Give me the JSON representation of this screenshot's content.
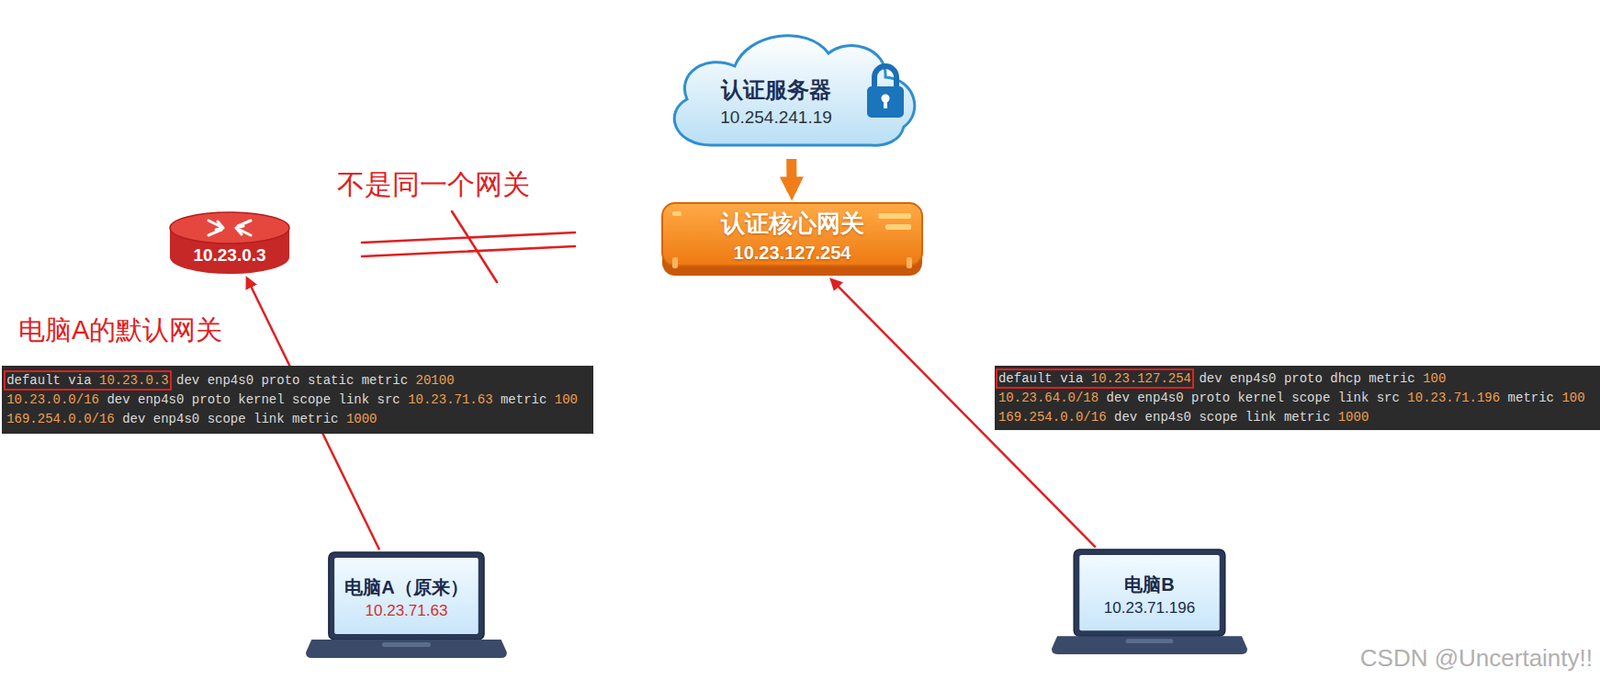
{
  "diagram": {
    "nodes": [
      {
        "text": [
          "认证服务器",
          "10.254.241.19"
        ]
      },
      {
        "text": [
          "认证核心网关",
          "10.23.127.254"
        ]
      },
      {
        "text": [
          "10.23.0.3"
        ]
      },
      {
        "text": [
          "default via 10.23.0.3 dev enp4s0 proto static metric 20100",
          "10.23.0.0/16 dev enp4s0 proto kernel scope link src 10.23.71.63 metric 100",
          "169.254.0.0/16 dev enp4s0 scope link metric 1000"
        ]
      },
      {
        "text": [
          "default via 10.23.127.254 dev enp4s0 proto dhcp metric 100",
          "10.23.64.0/18 dev enp4s0 proto kernel scope link src 10.23.71.196 metric 100",
          "169.254.0.0/16 dev enp4s0 scope link metric 1000"
        ]
      },
      {
        "text": [
          "电脑A（原来）",
          "10.23.71.63"
        ]
      },
      {
        "text": [
          "电脑B",
          "10.23.71.196"
        ]
      }
    ],
    "edges": [
      {
        "from": 0,
        "to": 1,
        "arrow": "to"
      },
      {
        "from": 5,
        "to": 2,
        "arrow": "to"
      },
      {
        "from": 6,
        "to": 1,
        "arrow": "to"
      }
    ],
    "labels": [
      "不是同一个网关",
      "电脑A的默认网关",
      "CSDN @Uncertainty!!"
    ]
  }
}
